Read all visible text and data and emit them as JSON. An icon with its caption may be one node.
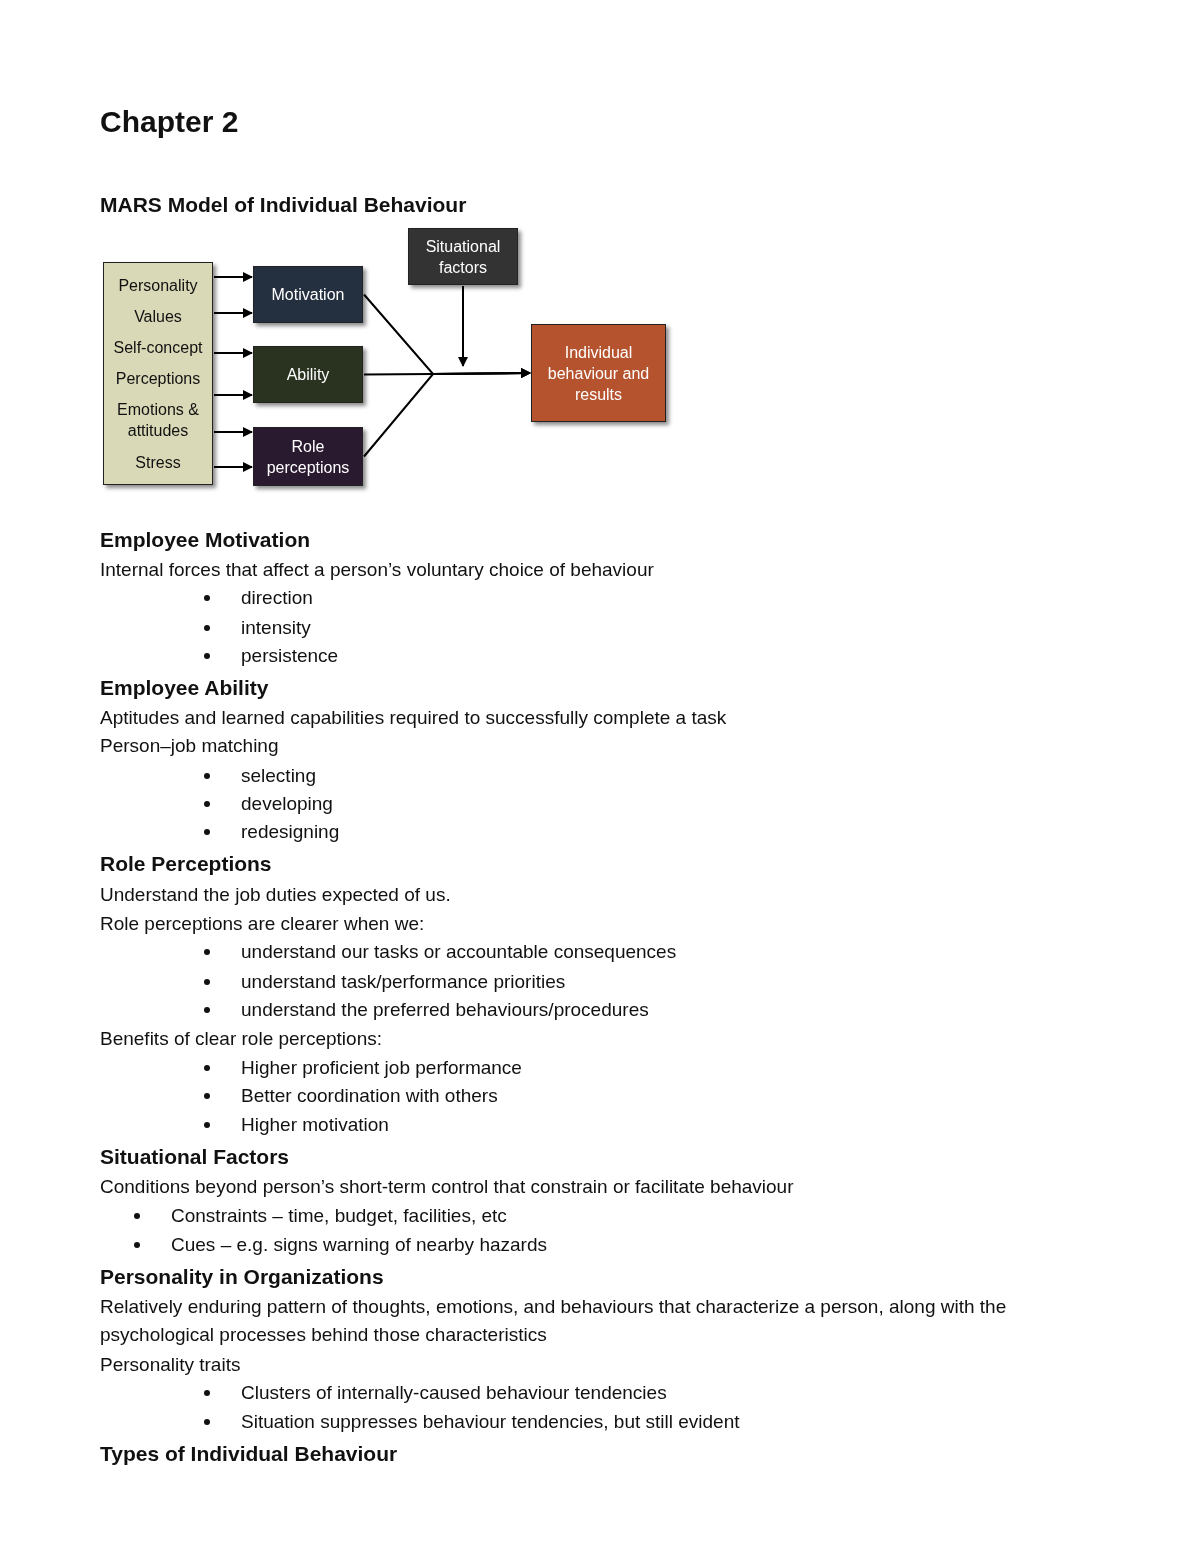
{
  "diagram": {
    "title": "Chapter 2",
    "nodes": [
      {
        "text": [
          "Personality",
          "Values",
          "Self-concept",
          "Perceptions",
          "Emotions & attitudes",
          "Stress"
        ]
      },
      {
        "text": [
          "Motivation"
        ]
      },
      {
        "text": [
          "Ability"
        ]
      },
      {
        "text": [
          "Role perceptions"
        ]
      },
      {
        "text": [
          "Situational factors"
        ]
      },
      {
        "text": [
          "Individual behaviour and results"
        ]
      }
    ],
    "edges": [
      {
        "from": 0,
        "to": 1,
        "arrow": "to"
      },
      {
        "from": 0,
        "to": 1,
        "arrow": "to"
      },
      {
        "from": 0,
        "to": 2,
        "arrow": "to"
      },
      {
        "from": 0,
        "to": 2,
        "arrow": "to"
      },
      {
        "from": 0,
        "to": 3,
        "arrow": "to"
      },
      {
        "from": 0,
        "to": 3,
        "arrow": "to"
      },
      {
        "from": 1,
        "to": 5,
        "arrow": "to"
      },
      {
        "from": 2,
        "to": 5,
        "arrow": "to"
      },
      {
        "from": 3,
        "to": 5,
        "arrow": "to"
      },
      {
        "from": 4,
        "to": null,
        "arrow": "to"
      }
    ],
    "labels": [
      "MARS Model of Individual Behaviour",
      "Employee Motivation",
      "Internal forces that affect a person’s voluntary choice of behaviour",
      "direction",
      "intensity",
      "persistence",
      "Employee Ability",
      "Aptitudes and learned capabilities required to successfully complete a task",
      "Person–job matching",
      "selecting",
      "developing",
      "redesigning",
      "Role Perceptions",
      "Understand the job duties expected of us.",
      "Role perceptions are clearer when we:",
      "understand our tasks or accountable consequences",
      "understand task/performance priorities",
      "understand the preferred behaviours/procedures",
      "Benefits of clear role perceptions:",
      "Higher proficient job performance",
      "Better coordination with others",
      "Higher motivation",
      "Situational Factors",
      "Conditions beyond person’s short-term control that constrain or facilitate behaviour",
      "Constraints – time, budget, facilities, etc",
      "Cues – e.g. signs warning of nearby hazards",
      "Personality in Organizations",
      "Relatively enduring pattern of thoughts, emotions, and behaviours that characterize a person, along with the psychological processes behind those characteristics",
      "Personality traits",
      "Clusters of internally-caused behaviour tendencies",
      "Situation suppresses behaviour tendencies, but still evident",
      "Types of Individual Behaviour"
    ]
  }
}
